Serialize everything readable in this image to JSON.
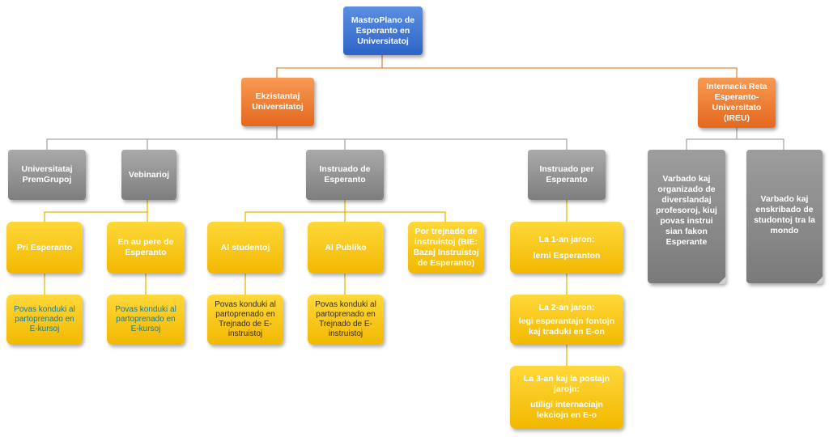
{
  "nodes": {
    "root": [
      "MastroPlano de",
      "Esperanto en",
      "Universitatoj"
    ],
    "existing": [
      "Ekzistantaj",
      "Universitatoj"
    ],
    "ireu": [
      "Internacia Reta",
      "Esperanto-",
      "Universitato",
      "(IREU)"
    ],
    "premgrupoj": [
      "Universitataj",
      "PremGrupoj"
    ],
    "vebinarioj": [
      "Vebinarioj"
    ],
    "instruado_de": [
      "Instruado de",
      "Esperanto"
    ],
    "instruado_per": [
      "Instruado per",
      "Esperanto"
    ],
    "ireu_profs": [
      "Varbado kaj",
      "organizado de",
      "diverslandaj",
      "profesoroj, kiuj",
      "povas instrui",
      "sian fakon",
      "Esperante"
    ],
    "ireu_students": [
      "Varbado kaj",
      "enskribado de",
      "studontoj tra la",
      "mondo"
    ],
    "pri_esperanto": [
      "Pri Esperanto"
    ],
    "en_au_pere": [
      "En au pere de",
      "Esperanto"
    ],
    "al_studentoj": [
      "Al studentoj"
    ],
    "al_publiko": [
      "Al Publiko"
    ],
    "por_trejnado": [
      "Por trejnado de",
      "instruistoj (BIE:",
      "Bazaj Instruistoj",
      "de Esperanto)"
    ],
    "jaro_1": [
      "La 1-an jaron:",
      "lerni Esperanton"
    ],
    "jaro_2": [
      "La 2-an jaron:",
      "legi esperantajn fontojn",
      "kaj traduki en E-on"
    ],
    "jaro_3": [
      "La 3-an kaj la postajn",
      "jarojn:",
      "utiligi internaciajn",
      "lekciojn en E-o"
    ],
    "kursoj_1": [
      "Povas konduki al",
      "partoprenado en",
      "E-kursoj"
    ],
    "kursoj_2": [
      "Povas konduki al",
      "partoprenado en",
      "E-kursoj"
    ],
    "trejnado_1": [
      "Povas konduki al",
      "partoprenado en",
      "Trejnado de E-",
      "instruistoj"
    ],
    "trejnado_2": [
      "Povas konduki al",
      "partoprenado en",
      "Trejnado de E-",
      "instruistoj"
    ]
  },
  "colors": {
    "root": "#2f64c8",
    "level1": "#e4681e",
    "level2": "#8a8a8a",
    "level3": "#f2b800",
    "connector": "#e08a40",
    "connector_gray": "#a8a8a8",
    "connector_gold": "#e8b800"
  }
}
